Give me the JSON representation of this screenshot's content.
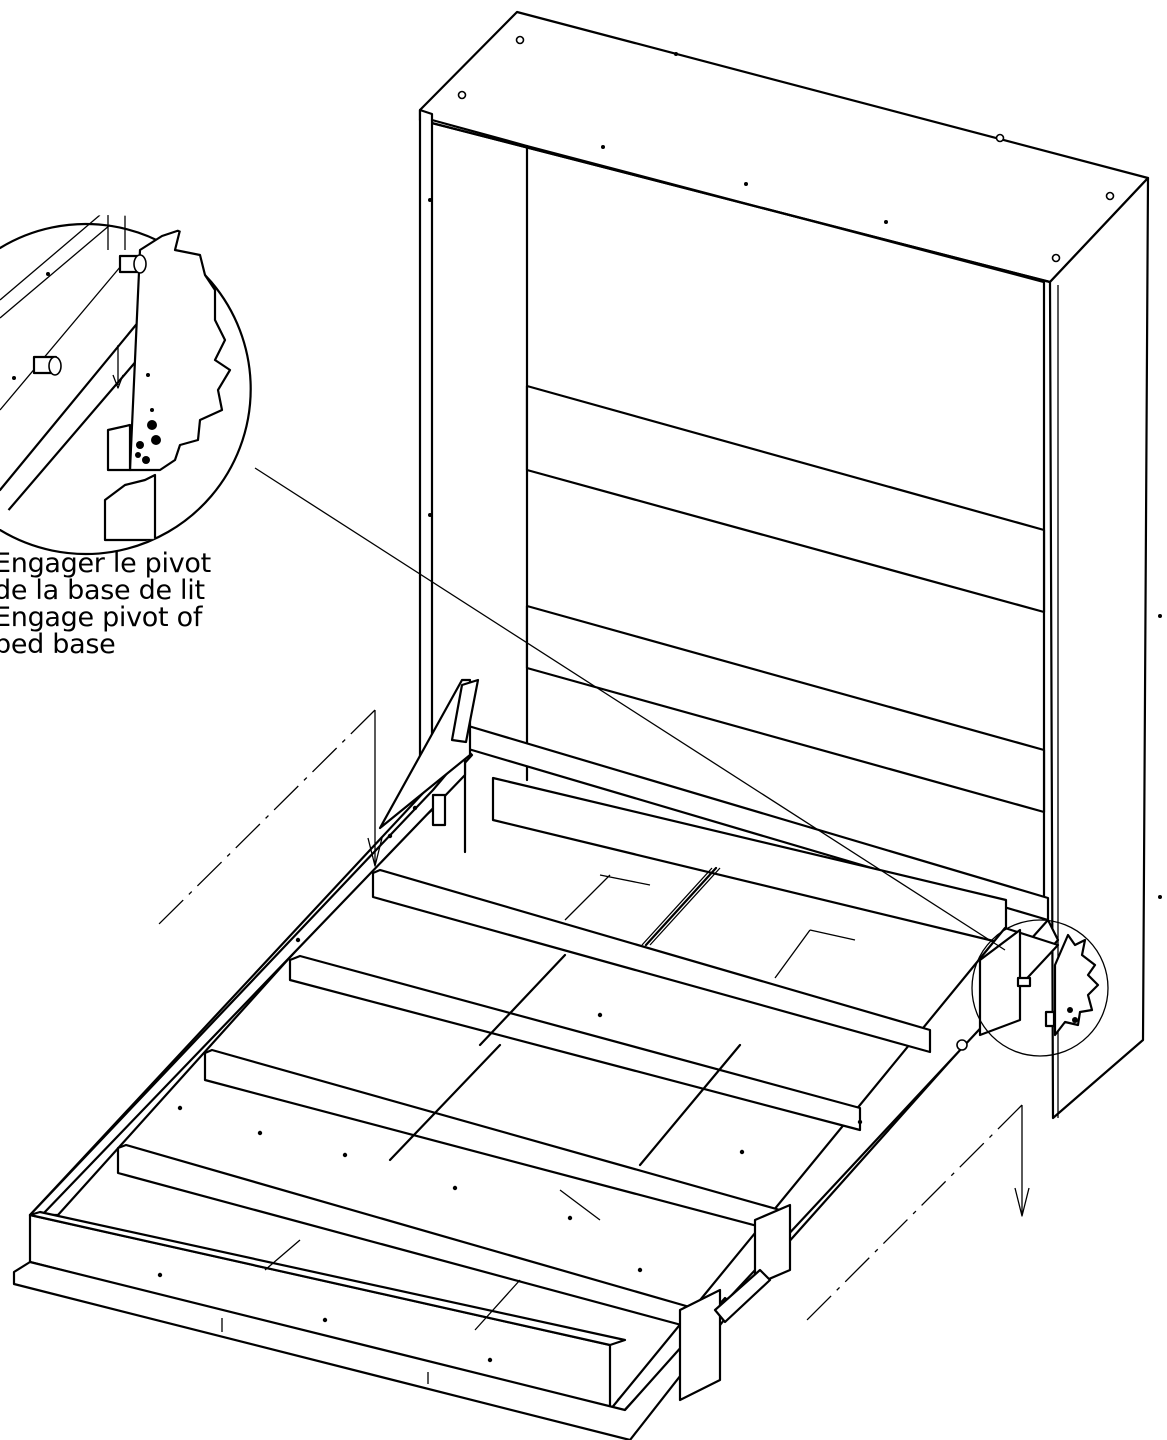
{
  "callout": {
    "line1": "Engager le pivot",
    "line2": "de la base de lit",
    "line3": "Engage pivot of",
    "line4": "bed base"
  },
  "icons": [
    "pivot-detail-magnifier",
    "down-arrow-left",
    "down-arrow-right",
    "leader-line"
  ],
  "colors": {
    "line": "#000000",
    "background": "#ffffff"
  }
}
